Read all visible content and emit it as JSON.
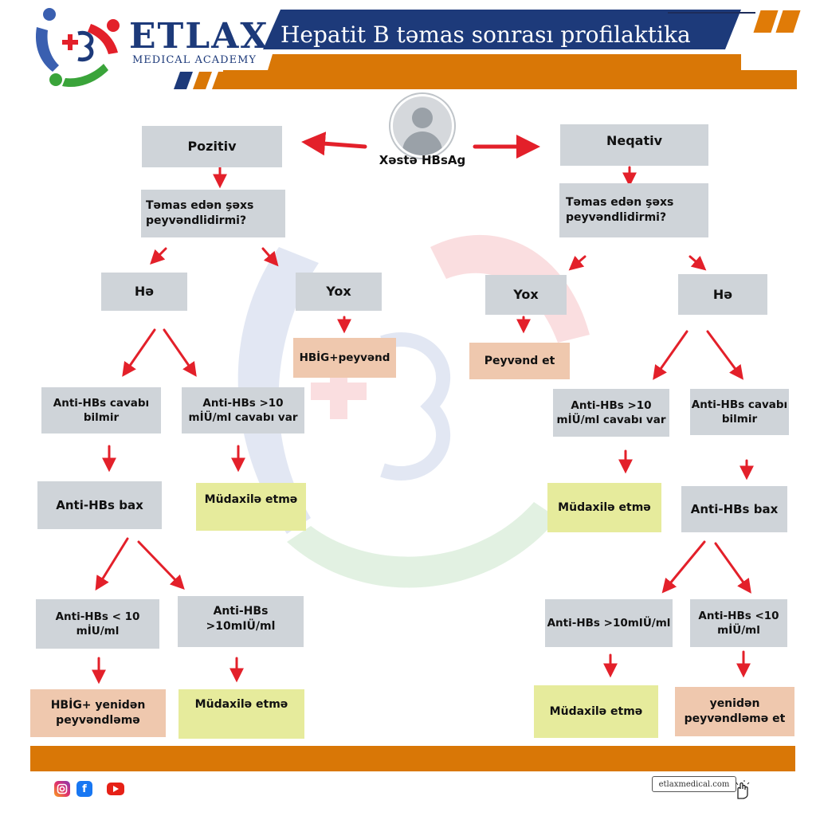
{
  "header": {
    "brand_name": "ETLAX",
    "brand_sub": "MEDICAL ACADEMY",
    "title": "Hepatit B təmas sonrası profilaktika"
  },
  "center": {
    "label": "Xəstə HBsAg",
    "icon": "user-avatar-icon"
  },
  "left": {
    "status": "Pozitiv",
    "question": "Təmas edən şəxs peyvəndlidirmi?",
    "yes": "Hə",
    "no": "Yox",
    "no_action": "HBİG+peyvənd",
    "unknown": "Anti-HBs cavabı bilmir",
    "known": "Anti-HBs >10 mİÜ/ml cavabı var",
    "known_action": "Müdaxilə etmə",
    "check": "Anti-HBs bax",
    "low": "Anti-HBs < 10 mİU/ml",
    "high": "Anti-HBs >10mIÜ/ml",
    "low_action": "HBİG+ yenidən peyvəndləmə",
    "high_action": "Müdaxilə etmə"
  },
  "right": {
    "status": "Neqativ",
    "question": "Təmas edən şəxs peyvəndlidirmi?",
    "no": "Yox",
    "yes": "Hə",
    "no_action": "Peyvənd et",
    "known": "Anti-HBs >10 mİÜ/ml cavabı var",
    "unknown": "Anti-HBs cavabı bilmir",
    "known_action": "Müdaxilə etmə",
    "check": "Anti-HBs bax",
    "high": "Anti-HBs >10mIÜ/ml",
    "low": "Anti-HBs <10 mİÜ/ml",
    "high_action": "Müdaxilə etmə",
    "low_action": "yenidən peyvəndləmə et"
  },
  "footer": {
    "url": "etlaxmedical.com",
    "social_icons": [
      "instagram-icon",
      "facebook-icon",
      "youtube-icon"
    ]
  },
  "colors": {
    "navy": "#1d3a7a",
    "orange": "#d97706",
    "arrow_red": "#e3202a",
    "gray_box": "#cfd4d9",
    "peach_box": "#efc8ae",
    "lime_box": "#e6eb9c"
  }
}
